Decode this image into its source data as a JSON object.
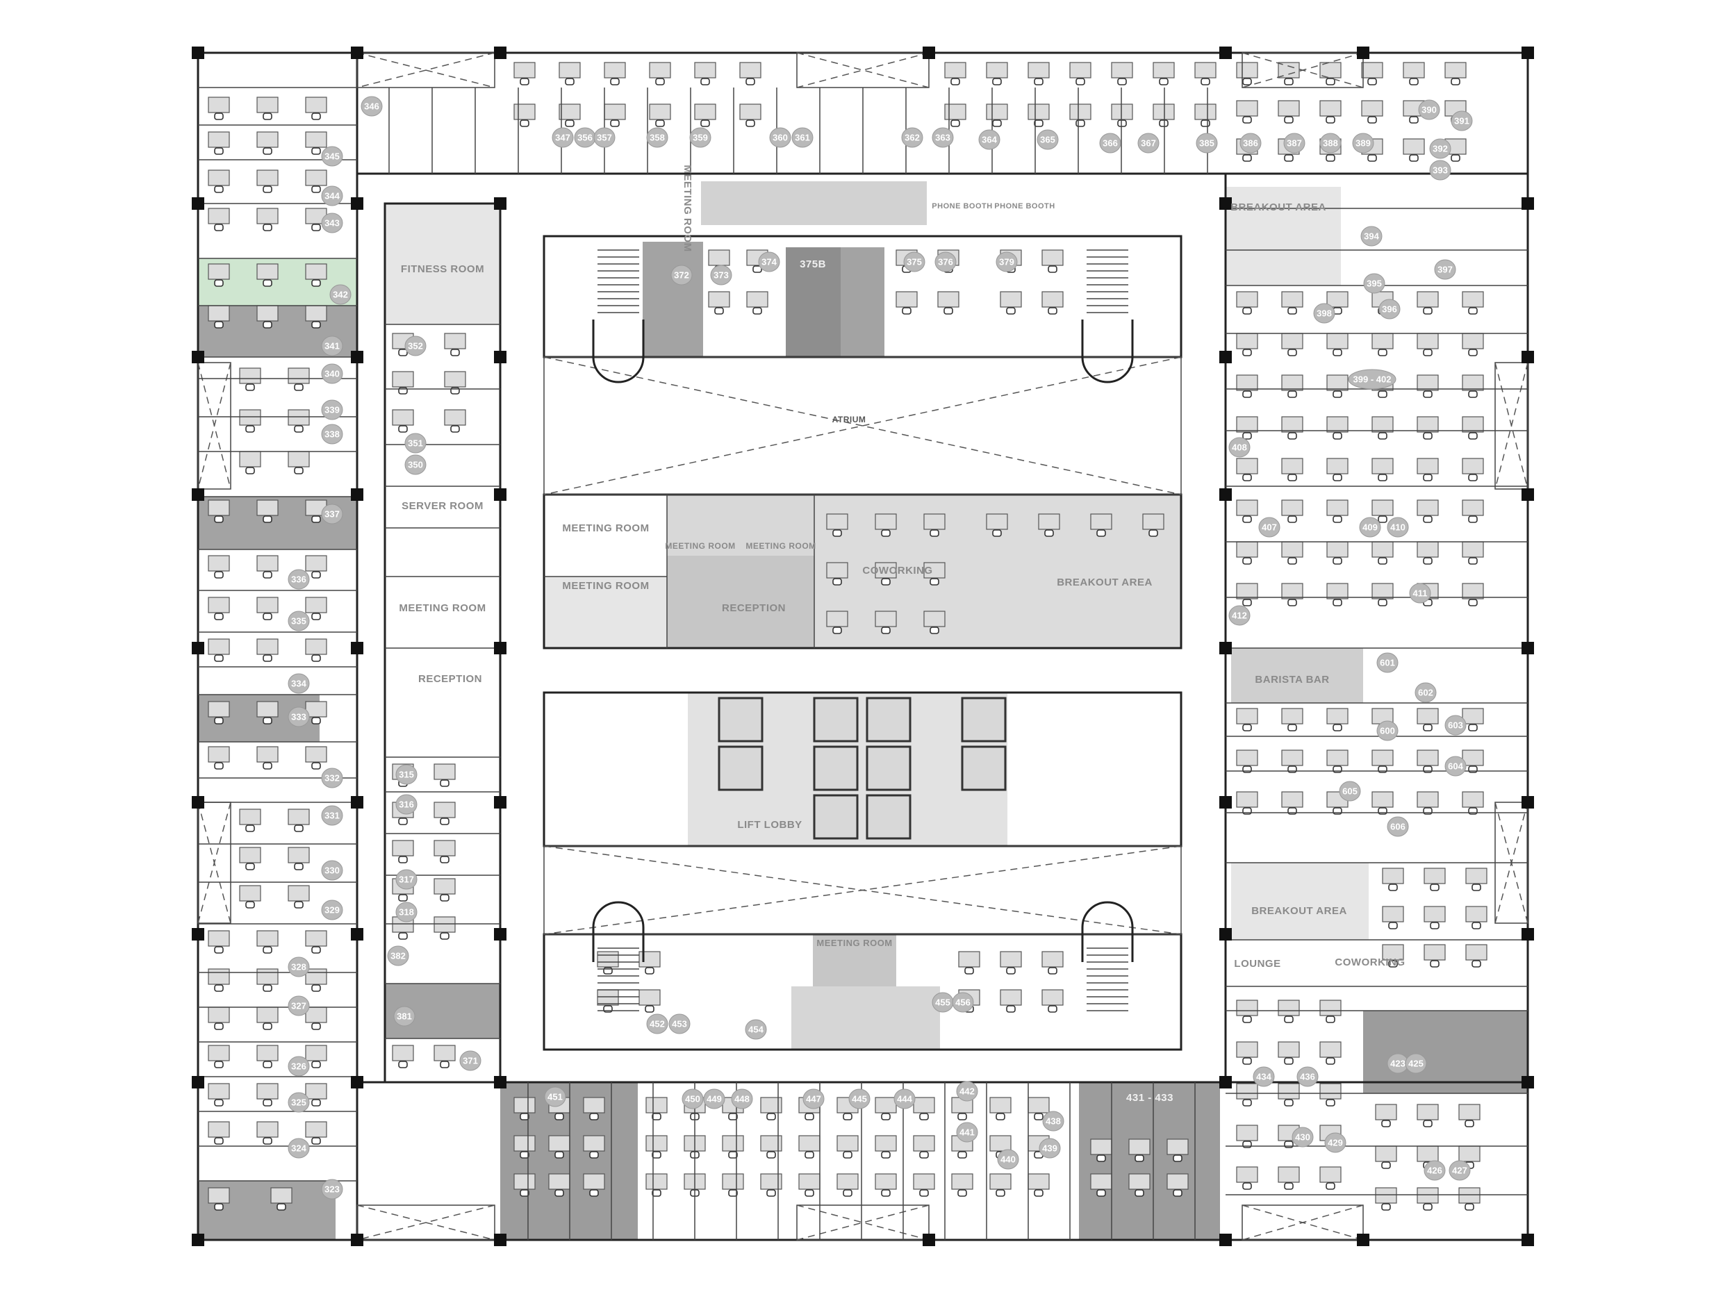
{
  "areas": {
    "fitness_room": "FITNESS ROOM",
    "server_room": "SERVER ROOM",
    "meeting_room_left": "MEETING ROOM",
    "reception_left": "RECEPTION",
    "meeting_room_top": "MEETING ROOM",
    "phone_booth_1": "PHONE BOOTH",
    "phone_booth_2": "PHONE BOOTH",
    "breakout_area_top": "BREAKOUT AREA",
    "atrium": "ATRIUM",
    "meeting_room_central_1": "MEETING ROOM",
    "meeting_room_central_2": "MEETING ROOM",
    "meeting_room_central_3": "MEETING ROOM",
    "meeting_room_central_4": "MEETING ROOM",
    "reception_central": "RECEPTION",
    "coworking_central": "COWORKING",
    "breakout_area_central": "BREAKOUT AREA",
    "lift_lobby": "LIFT LOBBY",
    "barista_bar": "BARISTA BAR",
    "breakout_area_right": "BREAKOUT AREA",
    "lounge": "LOUNGE",
    "coworking_right": "COWORKING",
    "meeting_room_bottom": "MEETING ROOM",
    "room_375b": "375B",
    "room_431_433": "431 - 433"
  },
  "room_numbers": [
    "346",
    "345",
    "344",
    "343",
    "342",
    "341",
    "340",
    "339",
    "338",
    "337",
    "336",
    "335",
    "334",
    "333",
    "332",
    "331",
    "330",
    "329",
    "328",
    "327",
    "326",
    "325",
    "324",
    "323",
    "352",
    "351",
    "350",
    "315",
    "316",
    "317",
    "318",
    "382",
    "381",
    "371",
    "347",
    "356",
    "357",
    "358",
    "359",
    "360",
    "361",
    "362",
    "363",
    "364",
    "365",
    "366",
    "367",
    "385",
    "386",
    "387",
    "388",
    "389",
    "390",
    "391",
    "392",
    "393",
    "394",
    "395",
    "396",
    "397",
    "398",
    "399 - 402",
    "372",
    "373",
    "374",
    "375",
    "376",
    "379",
    "408",
    "407",
    "409",
    "410",
    "411",
    "412",
    "601",
    "602",
    "603",
    "600",
    "604",
    "605",
    "606",
    "452",
    "453",
    "454",
    "455",
    "456",
    "451",
    "450",
    "449",
    "448",
    "447",
    "445",
    "444",
    "442",
    "441",
    "440",
    "439",
    "438",
    "434",
    "436",
    "423",
    "425",
    "430",
    "429",
    "426",
    "427"
  ],
  "colors": {
    "highlight_green": "#cfe6d0",
    "occupied_gray": "#a3a3a3",
    "amenity_light": "#e6e6e6",
    "reception_gray": "#c6c6c6",
    "wall": "#222222"
  }
}
